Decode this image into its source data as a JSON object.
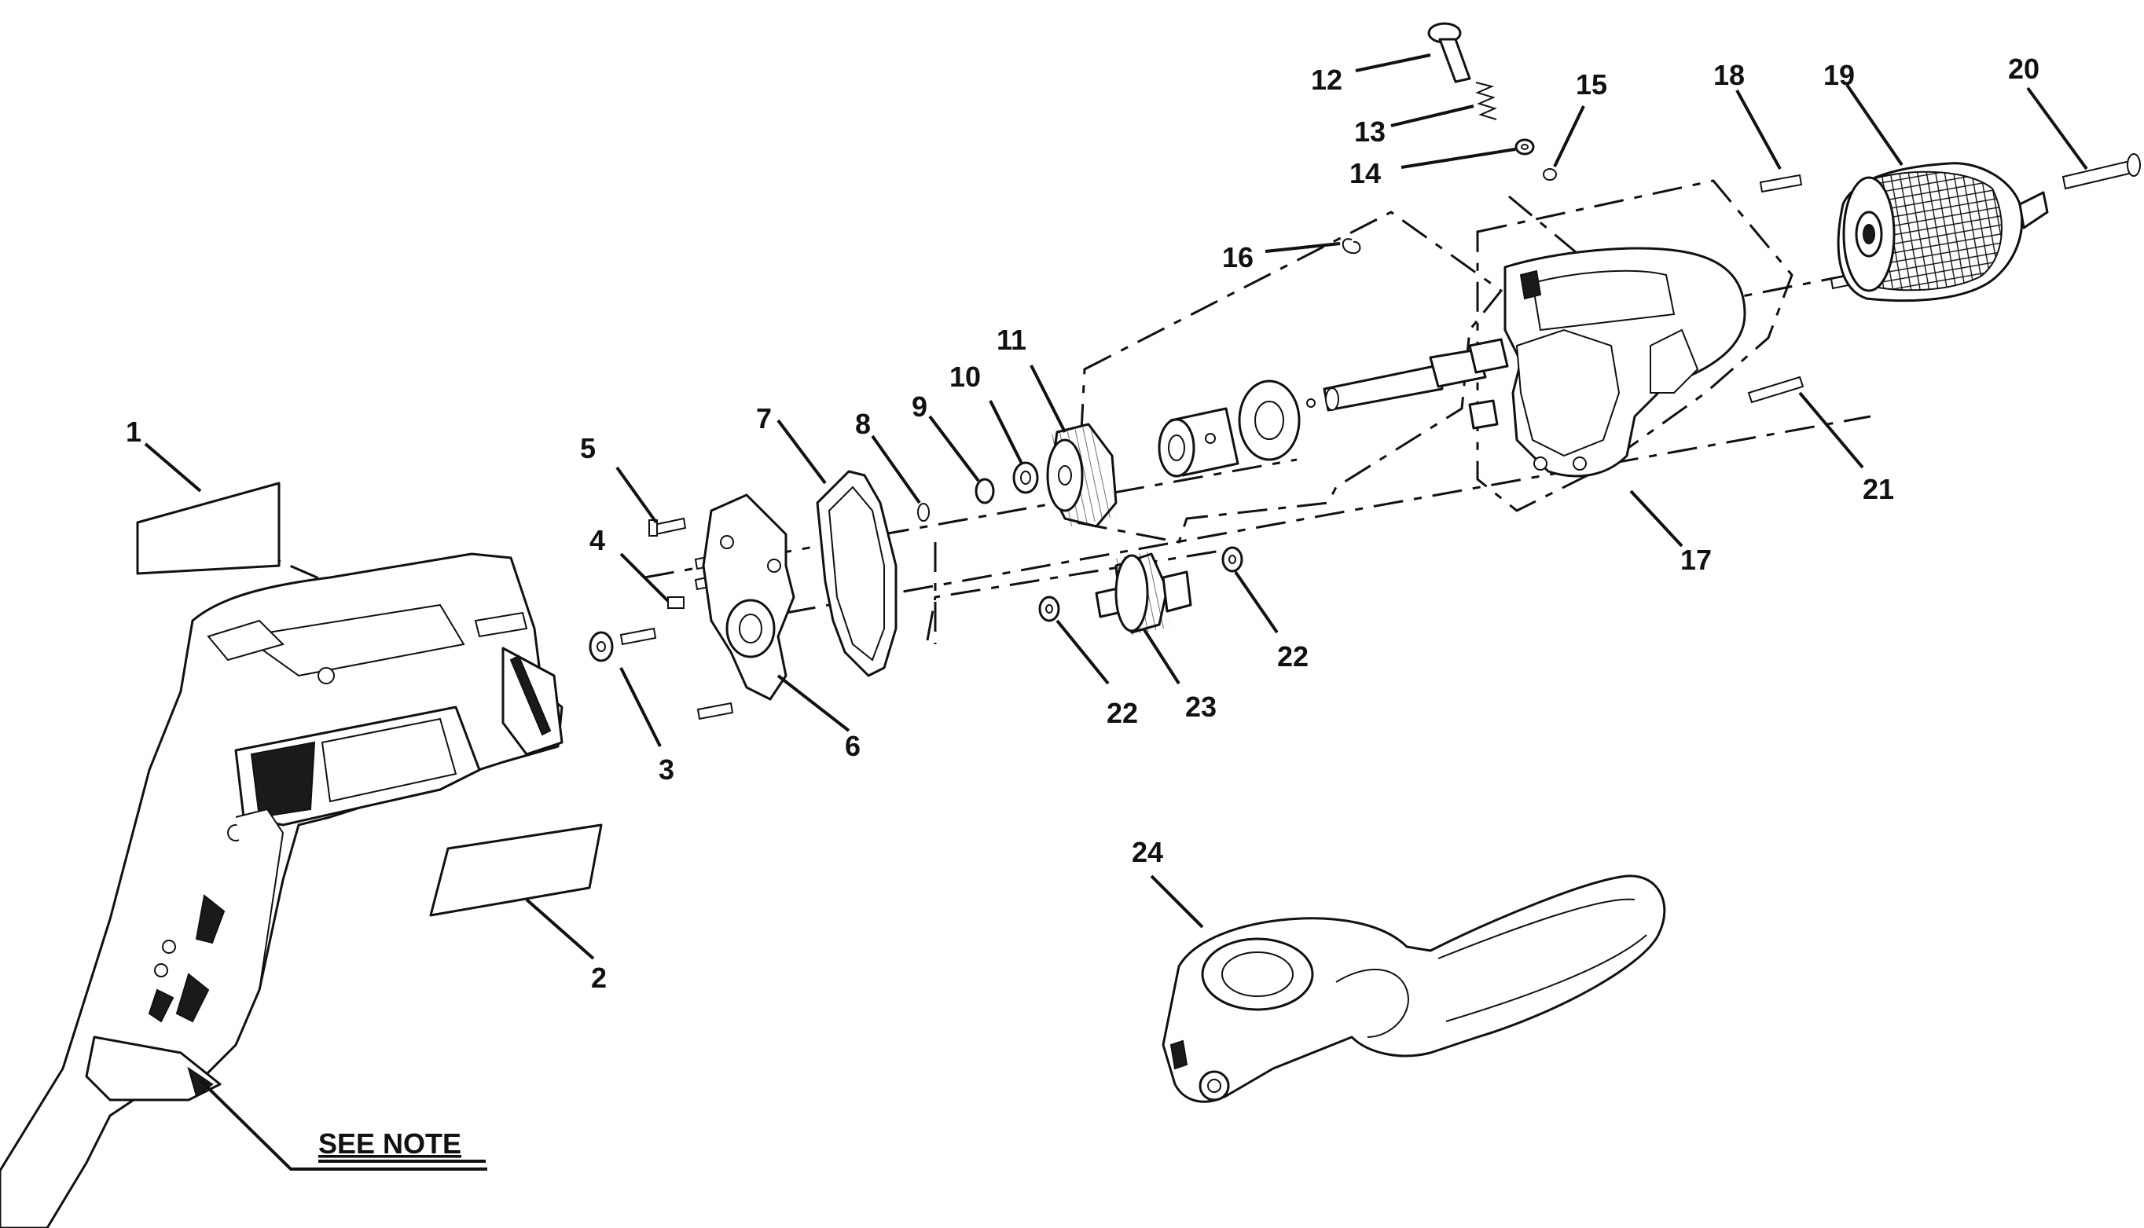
{
  "diagram": {
    "callouts": [
      "1",
      "2",
      "3",
      "4",
      "5",
      "6",
      "7",
      "8",
      "9",
      "10",
      "11",
      "12",
      "13",
      "14",
      "15",
      "16",
      "17",
      "18",
      "19",
      "20",
      "21",
      "22",
      "22",
      "23",
      "24"
    ],
    "note": "SEE NOTE"
  }
}
